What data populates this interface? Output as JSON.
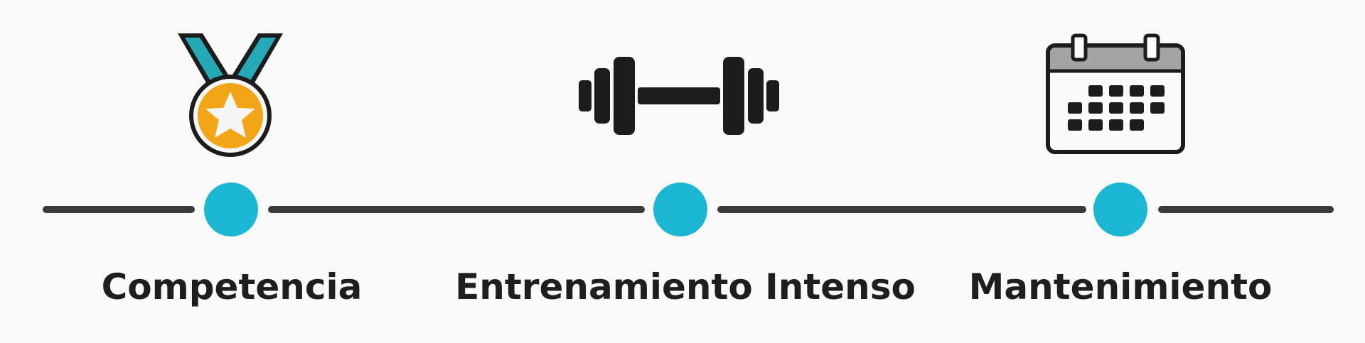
{
  "colors": {
    "background": "#f9f9f9",
    "line": "#3a3a3a",
    "node": "#1bb7d3",
    "label": "#1e1e1e",
    "medal_gold": "#f2a516",
    "medal_ribbon": "#26a9b6",
    "icon_dark": "#1c1c1c",
    "calendar_header": "#a3a3a3"
  },
  "stages": [
    {
      "label": "Competencia",
      "icon": "medal-icon"
    },
    {
      "label": "Entrenamiento Intenso",
      "icon": "dumbbell-icon"
    },
    {
      "label": "Mantenimiento",
      "icon": "calendar-icon"
    }
  ]
}
